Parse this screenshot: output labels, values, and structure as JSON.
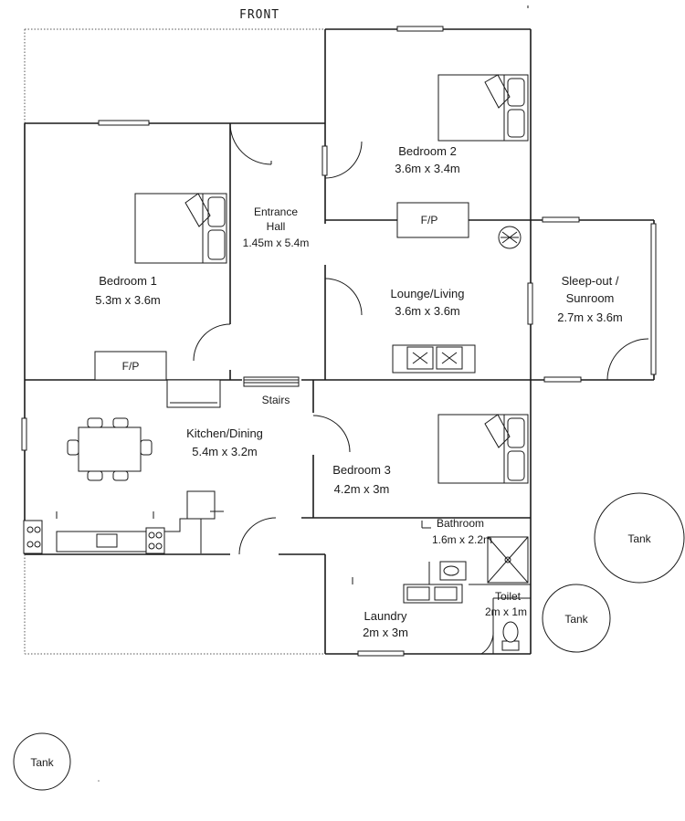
{
  "plan": {
    "front_label": "FRONT",
    "rooms": {
      "bedroom1": {
        "name": "Bedroom 1",
        "size": "5.3m x 3.6m"
      },
      "bedroom2": {
        "name": "Bedroom 2",
        "size": "3.6m x 3.4m"
      },
      "bedroom3": {
        "name": "Bedroom 3",
        "size": "4.2m x 3m"
      },
      "entrance_hall": {
        "name_line1": "Entrance",
        "name_line2": "Hall",
        "size": "1.45m x 5.4m"
      },
      "lounge": {
        "name": "Lounge/Living",
        "size": "3.6m x 3.6m"
      },
      "sleepout": {
        "name_line1": "Sleep-out /",
        "name_line2": "Sunroom",
        "size": "2.7m x 3.6m"
      },
      "kitchen": {
        "name": "Kitchen/Dining",
        "size": "5.4m x 3.2m"
      },
      "bathroom": {
        "name": "Bathroom",
        "size": "1.6m x 2.2m"
      },
      "toilet": {
        "name": "Toilet",
        "size": "2m x 1m"
      },
      "laundry": {
        "name": "Laundry",
        "size": "2m x 3m"
      }
    },
    "fireplace_label": "F/P",
    "stairs_label": "Stairs",
    "tank_label": "Tank"
  }
}
